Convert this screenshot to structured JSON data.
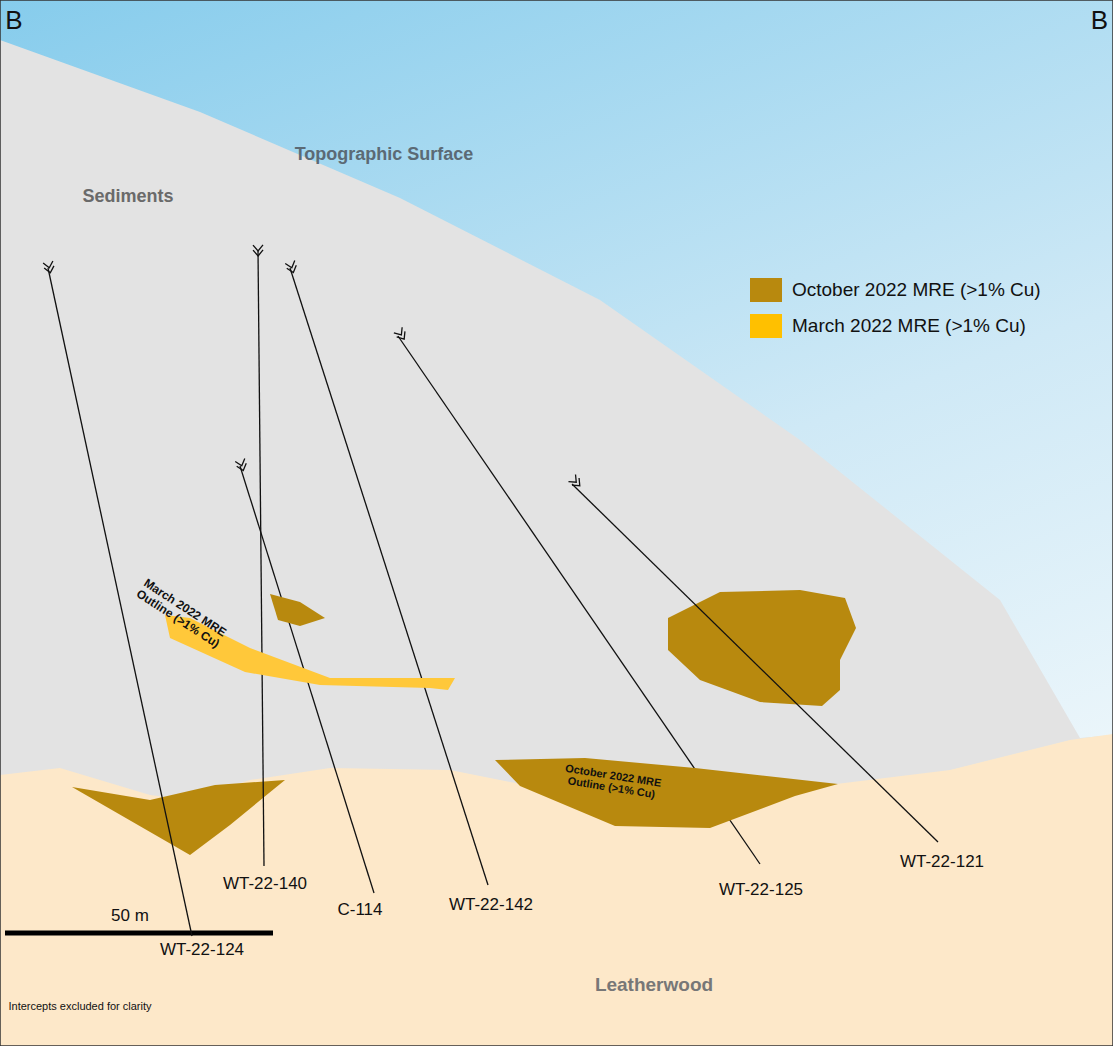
{
  "diagram": {
    "nodes": [
      {
        "text": [
          "March 2022 MRE Outline (>1% Cu)"
        ]
      },
      {
        "text": [
          "October 2022 MRE Outline (>1% Cu)"
        ]
      }
    ],
    "labels": [
      "B",
      "B",
      "Topographic Surface",
      "Sediments",
      "WT-22-140",
      "C-114",
      "WT-22-142",
      "WT-22-125",
      "WT-22-121",
      "WT-22-124",
      "50 m",
      "Leatherwood",
      "Intercepts excluded for clarity"
    ],
    "legend": [
      {
        "text": "October 2022 MRE (>1% Cu)",
        "color": "#b8890e"
      },
      {
        "text": "March 2022 MRE (>1% Cu)",
        "color": "#ffc000"
      }
    ]
  }
}
